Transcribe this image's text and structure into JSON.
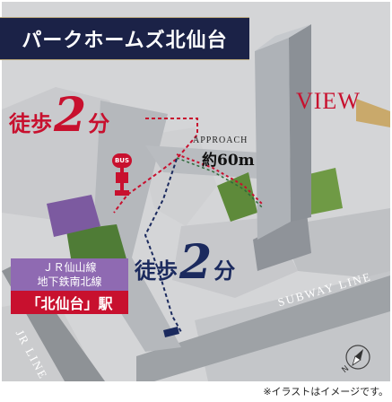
{
  "title": "パークホームズ北仙台",
  "view_label": "VIEW",
  "approach": {
    "label": "APPROACH",
    "distance": "約60m"
  },
  "walk_jr": {
    "prefix": "徒歩",
    "number": "2",
    "unit": "分"
  },
  "walk_subway": {
    "prefix": "徒歩",
    "number": "2",
    "unit": "分"
  },
  "bus_stop": "BUS",
  "station": {
    "lines": [
      "ＪＲ仙山線",
      "地下鉄南北線"
    ],
    "name": "「北仙台」駅"
  },
  "line_labels": {
    "jr": "JR LINE",
    "subway": "SUBWAY LINE"
  },
  "compass": "N",
  "note": "※イラストはイメージです。",
  "colors": {
    "banner_navy": "#1b2247",
    "route_red": "#c8102e",
    "route_navy": "#1b2a5e",
    "station_purple": "#8f6ab2",
    "road_gray": "#a9adb2"
  }
}
